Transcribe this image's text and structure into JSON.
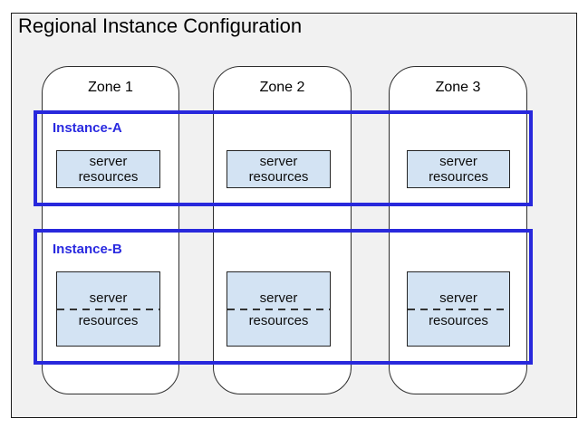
{
  "title": "Regional Instance Configuration",
  "zones": [
    {
      "label": "Zone 1"
    },
    {
      "label": "Zone 2"
    },
    {
      "label": "Zone 3"
    }
  ],
  "instances": [
    {
      "label": "Instance-A"
    },
    {
      "label": "Instance-B"
    }
  ],
  "server_box": {
    "line1": "server",
    "line2": "resources"
  },
  "colors": {
    "outer_fill": "#f1f1f1",
    "zone_fill": "#ffffff",
    "instance_border": "#2828dc",
    "instance_label": "#2a2ae0",
    "server_box_fill": "#d3e3f3",
    "server_box_border": "#252525",
    "text": "#000000"
  }
}
